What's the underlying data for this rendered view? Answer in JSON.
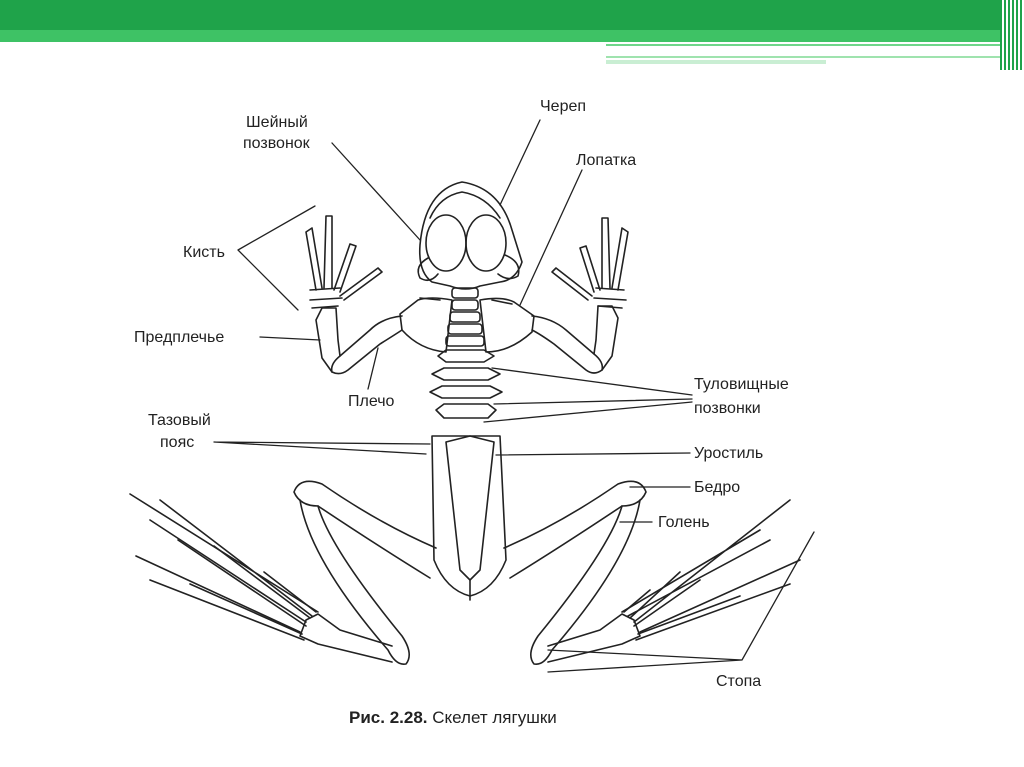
{
  "labels": {
    "cherep": "Череп",
    "sheyny_1": "Шейный",
    "sheyny_2": "позвонок",
    "lopatka": "Лопатка",
    "kist": "Кисть",
    "predplechye": "Предплечье",
    "plecho": "Плечо",
    "tulov_1": "Туловищные",
    "tulov_2": "позвонки",
    "taz_1": "Тазовый",
    "taz_2": "пояс",
    "urostil": "Уростиль",
    "bedro": "Бедро",
    "golen": "Голень",
    "stopa": "Стопа"
  },
  "caption": {
    "number": "Рис. 2.28.",
    "text": "Скелет лягушки"
  },
  "colors": {
    "header_green": "#1fa34a",
    "header_light": "#3ec265",
    "line": "#222222"
  }
}
